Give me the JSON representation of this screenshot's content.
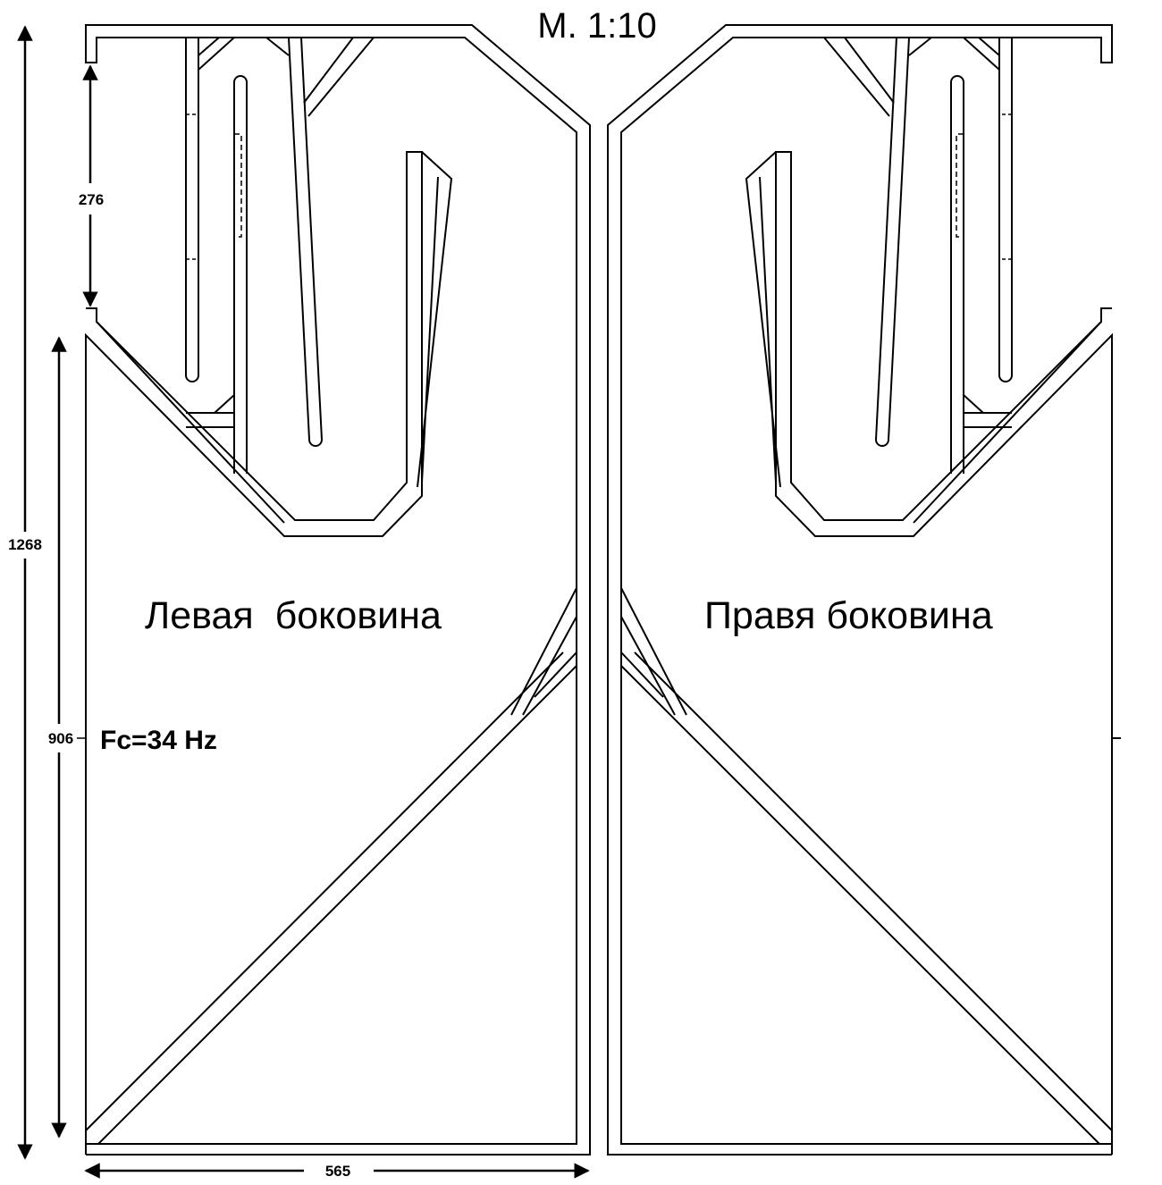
{
  "scale": "М. 1:10",
  "left_panel": {
    "label": "Левая  боковина"
  },
  "right_panel": {
    "label": "Правя боковина"
  },
  "tuning": "Fc=34 Hz",
  "dimensions": {
    "total_height": "1268",
    "top_gap": "276",
    "lower_height": "906",
    "width": "565"
  },
  "colors": {
    "line": "#000000",
    "background": "#ffffff"
  }
}
